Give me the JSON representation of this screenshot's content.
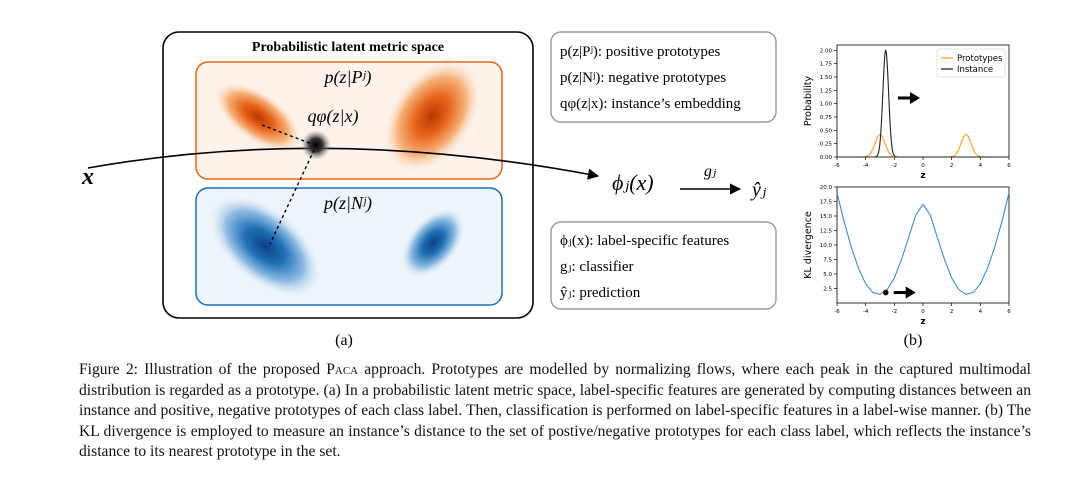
{
  "diagram": {
    "space_title": "Probabilistic latent metric space",
    "pos_label": "p(z|Pʲ)",
    "neg_label": "p(z|Nʲ)",
    "embed_label": "qφ(z|x)",
    "x_label": "x",
    "phi_label": "ϕⱼ(x)",
    "g_label": "gⱼ",
    "yhat_label": "ŷⱼ",
    "legend_top": [
      "p(z|Pʲ): positive prototypes",
      "p(z|Nʲ): negative prototypes",
      "qφ(z|x): instance’s embedding"
    ],
    "legend_bottom": [
      "ϕⱼ(x): label-specific features",
      "gⱼ: classifier",
      "ŷⱼ: prediction"
    ],
    "panel_a": "(a)",
    "panel_b": "(b)",
    "colors": {
      "positive": "#e8631a",
      "negative": "#1f6fb5",
      "instance": "#222222"
    }
  },
  "chart_data": [
    {
      "type": "line",
      "xlabel": "z",
      "ylabel": "Probability",
      "xlim": [
        -6,
        6
      ],
      "ylim": [
        0,
        2.1
      ],
      "xticks": [
        -6,
        -4,
        -2,
        0,
        2,
        4,
        6
      ],
      "yticks": [
        0.0,
        0.25,
        0.5,
        0.75,
        1.0,
        1.25,
        1.5,
        1.75,
        2.0
      ],
      "ytick_labels": [
        "0.00",
        "0.25",
        "0.50",
        "0.75",
        "1.00",
        "1.25",
        "1.50",
        "1.75",
        "2.00"
      ],
      "legend": "top-right",
      "series": [
        {
          "name": "Prototypes",
          "color": "#ff9f1c",
          "kind": "gaussian_mixture",
          "components": [
            {
              "mean": -3,
              "std": 0.35,
              "peak": 0.42
            },
            {
              "mean": 3,
              "std": 0.35,
              "peak": 0.42
            }
          ]
        },
        {
          "name": "Instance",
          "color": "#222222",
          "kind": "gaussian_mixture",
          "components": [
            {
              "mean": -2.6,
              "std": 0.2,
              "peak": 2.0
            }
          ]
        }
      ]
    },
    {
      "type": "line",
      "xlabel": "z",
      "ylabel": "KL divergence",
      "xlim": [
        -6,
        6
      ],
      "ylim": [
        0,
        20
      ],
      "xticks": [
        -6,
        -4,
        -2,
        0,
        2,
        4,
        6
      ],
      "yticks": [
        2.5,
        5.0,
        7.5,
        10.0,
        12.5,
        15.0,
        17.5,
        20.0
      ],
      "ytick_labels": [
        "2.5",
        "5.0",
        "7.5",
        "10.0",
        "12.5",
        "15.0",
        "17.5",
        "20.0"
      ],
      "series": [
        {
          "color": "#3b8fc4",
          "x": [
            -6,
            -5.5,
            -5,
            -4.5,
            -4,
            -3.5,
            -3,
            -2.5,
            -2,
            -1.5,
            -1,
            -0.5,
            0,
            0.5,
            1,
            1.5,
            2,
            2.5,
            3,
            3.5,
            4,
            4.5,
            5,
            5.5,
            6
          ],
          "y": [
            19.0,
            14.0,
            9.6,
            6.0,
            3.3,
            1.8,
            1.5,
            2.3,
            4.3,
            7.5,
            11.3,
            15.2,
            17.0,
            15.2,
            11.3,
            7.5,
            4.3,
            2.3,
            1.5,
            1.8,
            3.3,
            6.0,
            9.6,
            14.0,
            19.0
          ]
        }
      ],
      "marker": {
        "x": -2.6,
        "y": 1.8
      }
    }
  ],
  "caption": {
    "lead": "Figure 2: Illustration of the proposed ",
    "method": "Paca",
    "rest": " approach. Prototypes are modelled by normalizing flows, where each peak in the captured multimodal distribution is regarded as a prototype. (a) In a probabilistic latent metric space, label-specific features are generated by computing distances between an instance and positive, negative prototypes of each class label. Then, classification is performed on label-specific features in a label-wise manner. (b) The KL divergence is employed to measure an instance’s distance to the set of postive/negative prototypes for each class label, which reflects the instance’s distance to its nearest prototype in the set."
  }
}
